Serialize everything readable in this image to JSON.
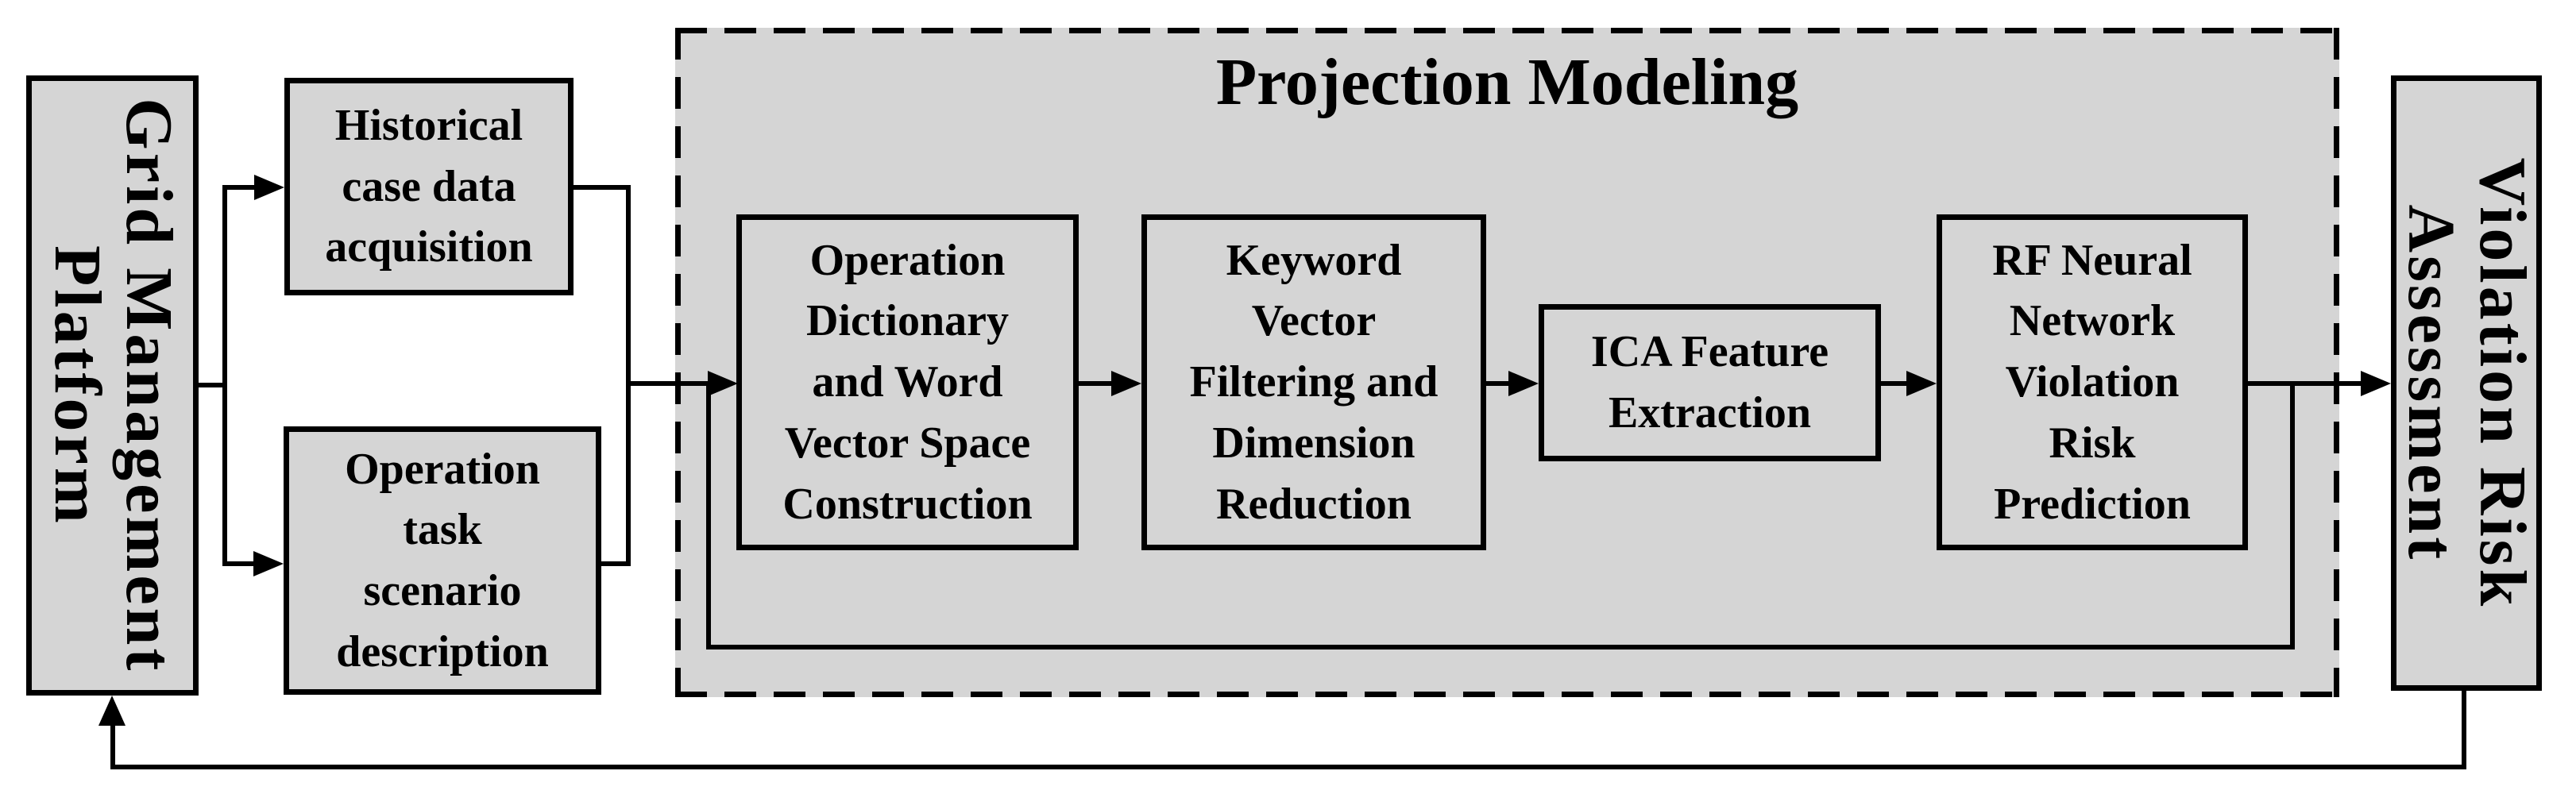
{
  "title": "Projection Modeling",
  "nodes": {
    "grid_platform": {
      "lines": [
        "Grid Management",
        "Platform"
      ]
    },
    "historical": {
      "lines": [
        "Historical",
        "case data",
        "acquisition"
      ]
    },
    "operation_task": {
      "lines": [
        "Operation",
        "task",
        "scenario",
        "description"
      ]
    },
    "operation_dictionary": {
      "lines": [
        "Operation",
        "Dictionary",
        "and Word",
        "Vector Space",
        "Construction"
      ]
    },
    "keyword_vector": {
      "lines": [
        "Keyword",
        "Vector",
        "Filtering and",
        "Dimension",
        "Reduction"
      ]
    },
    "ica_feature": {
      "lines": [
        "ICA Feature",
        "Extraction"
      ]
    },
    "rf_network": {
      "lines": [
        "RF Neural",
        "Network",
        "Violation",
        "Risk",
        "Prediction"
      ]
    },
    "violation_risk": {
      "lines": [
        "Violation Risk",
        "Assessment"
      ]
    }
  },
  "colors": {
    "box_fill": "#d5d5d5",
    "line": "#000000",
    "background": "#ffffff"
  }
}
